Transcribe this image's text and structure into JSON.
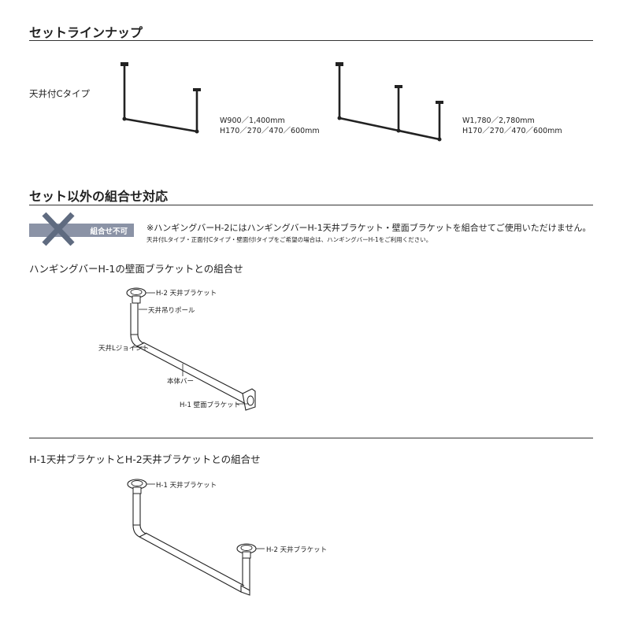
{
  "section1": {
    "title": "セットラインナップ",
    "type_label": "天井付Cタイプ",
    "spec_a": {
      "line1": "W900／1,400mm",
      "line2": "H170／270／470／600mm"
    },
    "spec_b": {
      "line1": "W1,780／2,780mm",
      "line2": "H170／270／470／600mm"
    }
  },
  "section2": {
    "title": "セット以外の組合せ対応",
    "badge_label": "組合せ不可",
    "note_main": "※ハンギングバーH-2にはハンギングバーH-1天井ブラケット・壁面ブラケットを組合せてご使用いただけません。",
    "note_sub": "天井付Lタイプ・正面付Cタイプ・壁面付Iタイプをご希望の場合は、ハンギングバーH-1をご利用ください。",
    "combo1": {
      "title": "ハンギングバーH-1の壁面ブラケットとの組合せ",
      "callouts": {
        "h2_ceiling": "H-2 天井ブラケット",
        "hanging_pole": "天井吊りポール",
        "l_joint": "天井Lジョイント",
        "body_bar": "本体バー",
        "h1_wall": "H-1 壁面ブラケット"
      }
    },
    "combo2": {
      "title": "H-1天井ブラケットとH-2天井ブラケットとの組合せ",
      "callouts": {
        "h1_ceiling": "H-1 天井ブラケット",
        "h2_ceiling": "H-2 天井ブラケット"
      }
    }
  },
  "colors": {
    "line": "#333333",
    "badge": "#8b93a6",
    "cross": "#5f6b80"
  }
}
